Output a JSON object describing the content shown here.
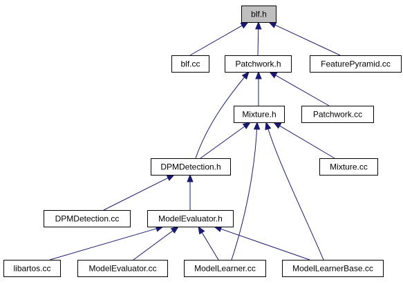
{
  "graph": {
    "colors": {
      "edge": "#191970",
      "node_border": "#000000",
      "node_fill": "#ffffff",
      "root_fill": "#bfbfbf"
    },
    "nodes": [
      {
        "id": "blf_h",
        "label": "blf.h",
        "root": true
      },
      {
        "id": "blf_cc",
        "label": "blf.cc"
      },
      {
        "id": "patchwork_h",
        "label": "Patchwork.h"
      },
      {
        "id": "featurepyramid_cc",
        "label": "FeaturePyramid.cc"
      },
      {
        "id": "mixture_h",
        "label": "Mixture.h"
      },
      {
        "id": "patchwork_cc",
        "label": "Patchwork.cc"
      },
      {
        "id": "dpmdetection_h",
        "label": "DPMDetection.h"
      },
      {
        "id": "mixture_cc",
        "label": "Mixture.cc"
      },
      {
        "id": "dpmdetection_cc",
        "label": "DPMDetection.cc"
      },
      {
        "id": "modelevaluator_h",
        "label": "ModelEvaluator.h"
      },
      {
        "id": "libartos_cc",
        "label": "libartos.cc"
      },
      {
        "id": "modelevaluator_cc",
        "label": "ModelEvaluator.cc"
      },
      {
        "id": "modellearner_cc",
        "label": "ModelLearner.cc"
      },
      {
        "id": "modellearnerbase_cc",
        "label": "ModelLearnerBase.cc"
      }
    ],
    "edges": [
      {
        "from": "blf_cc",
        "to": "blf_h"
      },
      {
        "from": "patchwork_h",
        "to": "blf_h"
      },
      {
        "from": "featurepyramid_cc",
        "to": "blf_h"
      },
      {
        "from": "mixture_h",
        "to": "patchwork_h"
      },
      {
        "from": "patchwork_cc",
        "to": "patchwork_h"
      },
      {
        "from": "dpmdetection_h",
        "to": "patchwork_h"
      },
      {
        "from": "dpmdetection_h",
        "to": "mixture_h"
      },
      {
        "from": "mixture_cc",
        "to": "mixture_h"
      },
      {
        "from": "modellearner_cc",
        "to": "mixture_h"
      },
      {
        "from": "modellearnerbase_cc",
        "to": "mixture_h"
      },
      {
        "from": "dpmdetection_cc",
        "to": "dpmdetection_h"
      },
      {
        "from": "modelevaluator_h",
        "to": "dpmdetection_h"
      },
      {
        "from": "libartos_cc",
        "to": "modelevaluator_h"
      },
      {
        "from": "modelevaluator_cc",
        "to": "modelevaluator_h"
      },
      {
        "from": "modellearner_cc",
        "to": "modelevaluator_h"
      },
      {
        "from": "modellearnerbase_cc",
        "to": "modelevaluator_h"
      }
    ]
  }
}
